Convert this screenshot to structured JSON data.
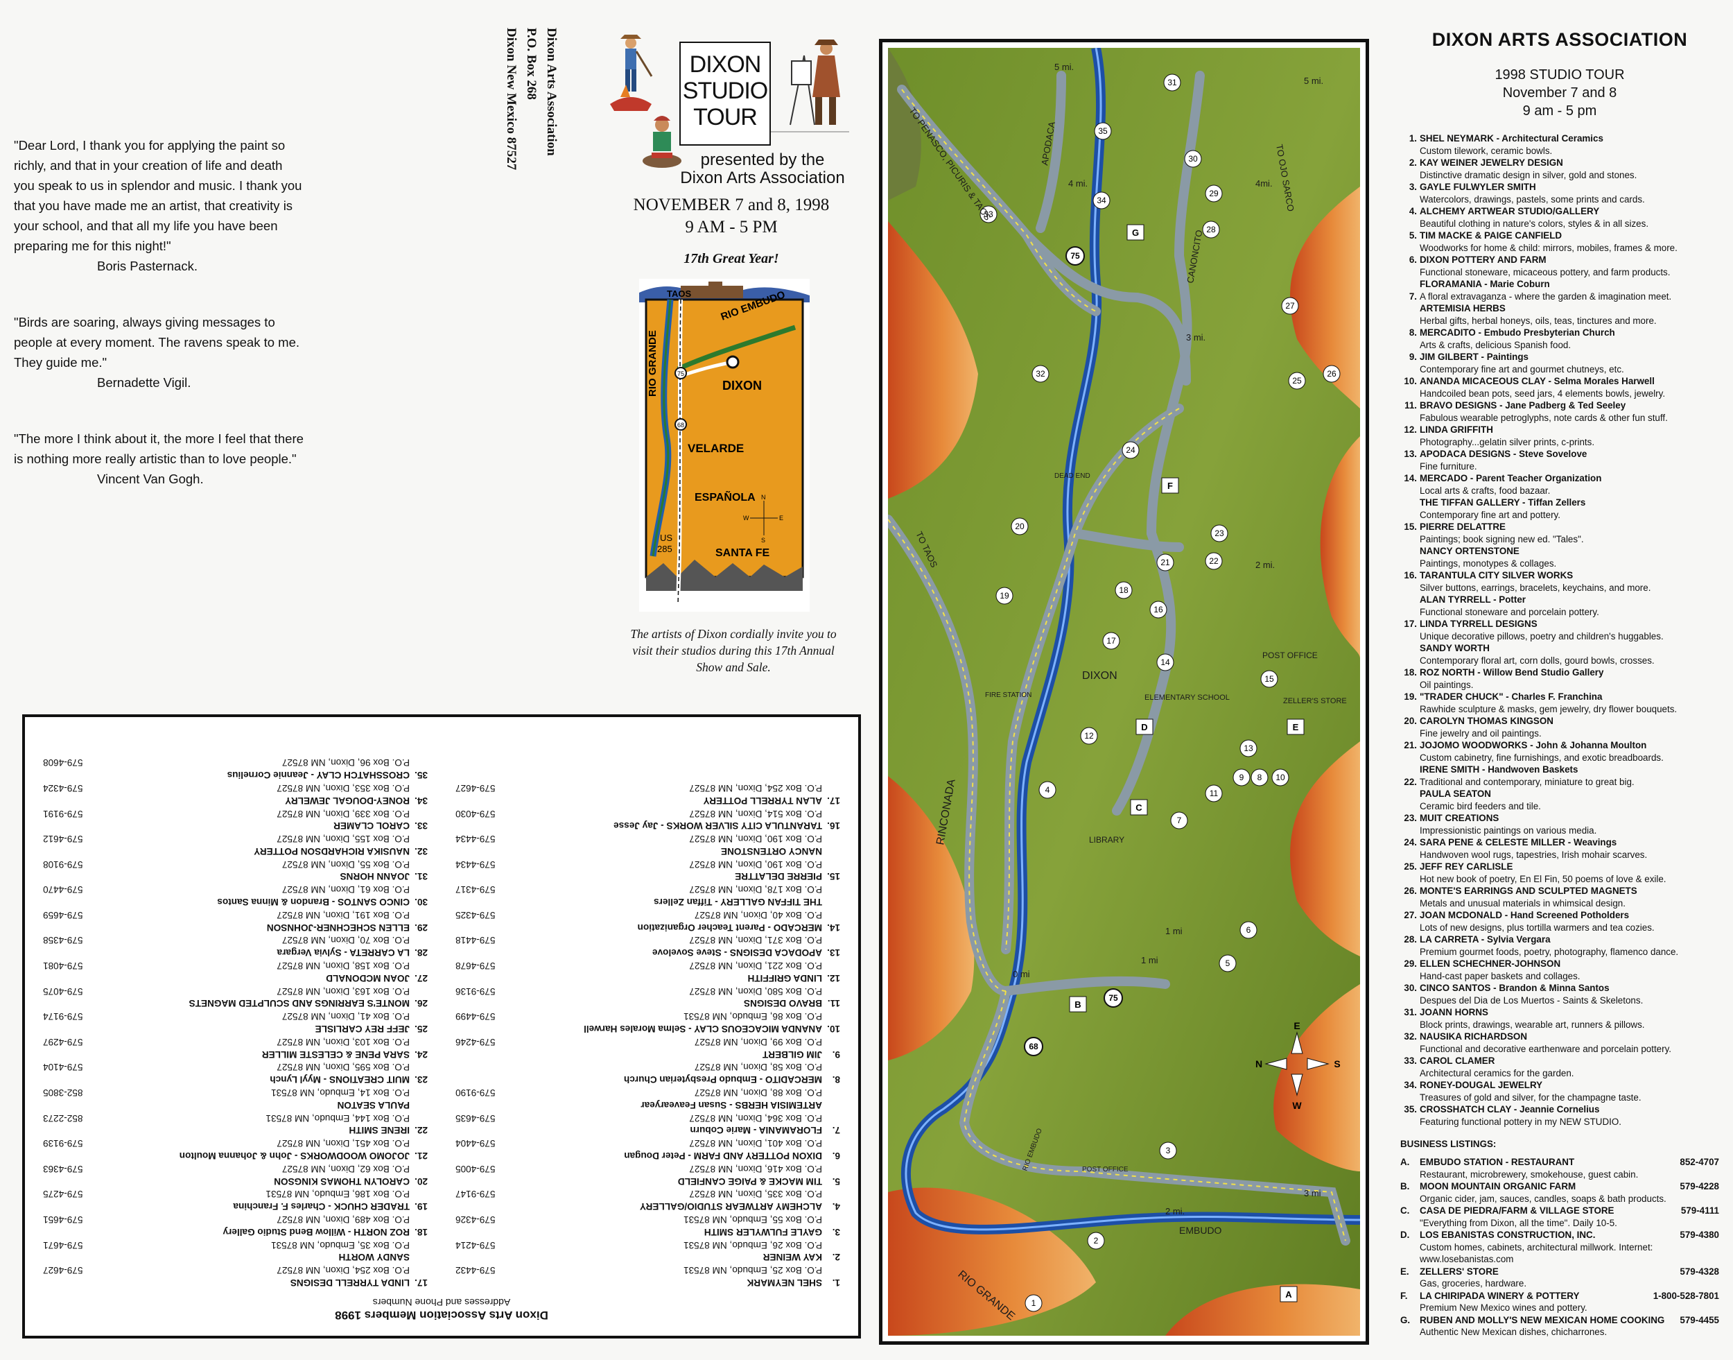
{
  "quotes": [
    {
      "text": "\"Dear Lord, I thank you for applying the paint so richly, and that in your creation of life and death you speak to us in splendor and music.  I thank you that you have made me an artist, that creativity is your school, and that all my life you have been preparing me for this night!\"",
      "author": "Boris Pasternack."
    },
    {
      "text": "\"Birds are soaring, always giving messages to people at every moment. The ravens speak to me.  They guide me.\"",
      "author": "Bernadette Vigil."
    },
    {
      "text": "\"The more I think about it, the more I feel that there is nothing more really artistic than to love people.\"",
      "author": "Vincent Van Gogh."
    }
  ],
  "mailing": {
    "line1": "Dixon Arts Association",
    "line2": "P.O. Box 268",
    "line3": "Dixon New Mexico   87527"
  },
  "cover": {
    "title1": "DIXON",
    "title2": "STUDIO",
    "title3": "TOUR",
    "presented1": "presented by the",
    "presented2": "Dixon Arts Association",
    "date": "NOVEMBER 7 and 8, 1998",
    "time": "9 AM - 5 PM",
    "great": "17th Great Year!",
    "invite": "The artists of Dixon cordially invite you to visit their studios during this 17th Annual Show and Sale.",
    "mini_labels": {
      "taos": "TAOS",
      "rio_embudo": "RIO EMBUDO",
      "rio_grande": "RIO GRANDE",
      "dixon": "DIXON",
      "velarde": "VELARDE",
      "espanola": "ESPAÑOLA",
      "us": "US",
      "us_num": "285",
      "santa_fe": "SANTA FE",
      "r75": "75",
      "r68": "68",
      "n": "N",
      "s": "S",
      "e": "E",
      "w": "W"
    }
  },
  "map": {
    "labels": [
      "TO PENASCO, PICURIS & TAOS",
      "APODACA",
      "TO OJO SARCO",
      "CANONCITO",
      "5 mi.",
      "5 mi.",
      "4 mi.",
      "4mi.",
      "3 mi.",
      "2 mi.",
      "1 mi",
      "1 mi",
      "2 mi.",
      "3 mi",
      "0 mi",
      "TO TAOS",
      "RINCONADA",
      "DIXON",
      "ELEMENTARY SCHOOL",
      "POST OFFICE",
      "ZELLER'S STORE",
      "FIRE STATION",
      "LIBRARY",
      "DEAD END",
      "EMBUDO",
      "RIO GRANDE",
      "POST OFFICE",
      "RIO EMBUDO"
    ],
    "route_75": "75",
    "route_68": "68",
    "compass": {
      "n": "N",
      "s": "S",
      "e": "E",
      "w": "W"
    }
  },
  "listing": {
    "title": "DIXON ARTS ASSOCIATION",
    "tour": "1998 STUDIO TOUR",
    "dates": "November 7 and 8",
    "hours": "9 am - 5 pm",
    "artists": [
      {
        "num": "1.",
        "name": "SHEL NEYMARK - Architectural Ceramics",
        "desc": "Custom tilework, ceramic bowls."
      },
      {
        "num": "2.",
        "name": "KAY WEINER JEWELRY DESIGN",
        "desc": "Distinctive dramatic design in silver, gold and stones."
      },
      {
        "num": "3.",
        "name": "GAYLE FULWYLER SMITH",
        "desc": "Watercolors, drawings, pastels, some prints and cards."
      },
      {
        "num": "4.",
        "name": "ALCHEMY ARTWEAR STUDIO/GALLERY",
        "desc": "Beautiful clothing in nature's colors, styles & in all sizes."
      },
      {
        "num": "5.",
        "name": "TIM MACKE & PAIGE CANFIELD",
        "desc": "Woodworks for home & child: mirrors, mobiles, frames & more."
      },
      {
        "num": "6.",
        "name": "DIXON POTTERY AND FARM",
        "desc": "Functional stoneware, micaceous pottery, and farm products."
      },
      {
        "num": "",
        "name": "FLORAMANIA - Marie Coburn",
        "desc": ""
      },
      {
        "num": "7.",
        "name": "",
        "desc": "A floral extravaganza - where the garden & imagination meet."
      },
      {
        "num": "",
        "name": "ARTEMISIA HERBS",
        "desc": "Herbal gifts, herbal honeys, oils, teas, tinctures and more."
      },
      {
        "num": "8.",
        "name": "MERCADITO - Embudo Presbyterian Church",
        "desc": "Arts & crafts, delicious Spanish food."
      },
      {
        "num": "9.",
        "name": "JIM GILBERT - Paintings",
        "desc": "Contemporary fine art and gourmet chutneys, etc."
      },
      {
        "num": "10.",
        "name": "ANANDA MICACEOUS CLAY - Selma Morales Harwell",
        "desc": "Handcoiled bean pots, seed jars, 4 elements bowls, jewelry."
      },
      {
        "num": "11.",
        "name": "BRAVO DESIGNS - Jane Padberg & Ted Seeley",
        "desc": "Fabulous wearable petroglyphs, note cards & other fun stuff."
      },
      {
        "num": "12.",
        "name": "LINDA GRIFFITH",
        "desc": "Photography...gelatin silver prints, c-prints."
      },
      {
        "num": "13.",
        "name": "APODACA DESIGNS - Steve Sovelove",
        "desc": "Fine furniture."
      },
      {
        "num": "14.",
        "name": "MERCADO - Parent Teacher Organization",
        "desc": "Local arts & crafts, food bazaar."
      },
      {
        "num": "",
        "name": "THE TIFFAN GALLERY - Tiffan Zellers",
        "desc": "Contemporary fine art and pottery."
      },
      {
        "num": "15.",
        "name": "PIERRE DELATTRE",
        "desc": "Paintings; book signing new ed. \"Tales\"."
      },
      {
        "num": "",
        "name": "NANCY ORTENSTONE",
        "desc": "Paintings, monotypes & collages."
      },
      {
        "num": "16.",
        "name": "TARANTULA CITY SILVER WORKS",
        "desc": "Silver buttons, earrings, bracelets, keychains, and more."
      },
      {
        "num": "",
        "name": "ALAN TYRRELL - Potter",
        "desc": "Functional stoneware and porcelain pottery."
      },
      {
        "num": "17.",
        "name": "LINDA TYRRELL DESIGNS",
        "desc": "Unique decorative pillows, poetry and children's huggables."
      },
      {
        "num": "",
        "name": "SANDY WORTH",
        "desc": "Contemporary floral art, corn dolls, gourd bowls, crosses."
      },
      {
        "num": "18.",
        "name": "ROZ NORTH - Willow Bend Studio Gallery",
        "desc": "Oil paintings."
      },
      {
        "num": "19.",
        "name": "\"TRADER CHUCK\" - Charles F. Franchina",
        "desc": "Rawhide sculpture & masks, gem jewelry, dry flower bouquets."
      },
      {
        "num": "20.",
        "name": "CAROLYN THOMAS KINGSON",
        "desc": "Fine jewelry and oil paintings."
      },
      {
        "num": "21.",
        "name": "JOJOMO WOODWORKS - John & Johanna Moulton",
        "desc": "Custom cabinetry, fine furnishings, and exotic breadboards."
      },
      {
        "num": "",
        "name": "IRENE SMITH - Handwoven Baskets",
        "desc": ""
      },
      {
        "num": "22.",
        "name": "",
        "desc": "Traditional and contemporary, miniature to great big."
      },
      {
        "num": "",
        "name": "PAULA SEATON",
        "desc": "Ceramic bird feeders and tile."
      },
      {
        "num": "23.",
        "name": "MUIT CREATIONS",
        "desc": "Impressionistic paintings on various media."
      },
      {
        "num": "24.",
        "name": "SARA PENE & CELESTE MILLER - Weavings",
        "desc": "Handwoven wool rugs, tapestries, Irish mohair scarves."
      },
      {
        "num": "25.",
        "name": "JEFF REY CARLISLE",
        "desc": "Hot new book of poetry, En El Fin, 50 poems of love & exile."
      },
      {
        "num": "26.",
        "name": "MONTE'S EARRINGS AND SCULPTED MAGNETS",
        "desc": "Metals and unusual materials in whimsical design."
      },
      {
        "num": "27.",
        "name": "JOAN MCDONALD - Hand Screened Potholders",
        "desc": "Lots of new designs, plus tortilla warmers and tea cozies."
      },
      {
        "num": "28.",
        "name": "LA CARRETA - Sylvia Vergara",
        "desc": "Premium gourmet foods, poetry, photography, flamenco dance."
      },
      {
        "num": "29.",
        "name": "ELLEN SCHECHNER-JOHNSON",
        "desc": "Hand-cast paper baskets and collages."
      },
      {
        "num": "30.",
        "name": "CINCO SANTOS - Brandon & Minna Santos",
        "desc": "Despues del Dia de Los Muertos - Saints & Skeletons."
      },
      {
        "num": "31.",
        "name": "JOANN HORNS",
        "desc": "Block prints, drawings, wearable art, runners & pillows."
      },
      {
        "num": "32.",
        "name": "NAUSIKA RICHARDSON",
        "desc": "Functional and decorative earthenware and porcelain pottery."
      },
      {
        "num": "33.",
        "name": "CAROL CLAMER",
        "desc": "Architectural ceramics for the garden."
      },
      {
        "num": "34.",
        "name": "RONEY-DOUGAL JEWELRY",
        "desc": "Treasures of gold and silver, for the champagne taste."
      },
      {
        "num": "35.",
        "name": "CROSSHATCH CLAY - Jeannie Cornelius",
        "desc": "Featuring functional pottery in my NEW STUDIO."
      }
    ],
    "business_title": "BUSINESS LISTINGS:",
    "businesses": [
      {
        "num": "A.",
        "name": "EMBUDO STATION - RESTAURANT",
        "phone": "852-4707",
        "desc": "Restaurant, microbrewery, smokehouse, guest cabin."
      },
      {
        "num": "B.",
        "name": "MOON MOUNTAIN ORGANIC FARM",
        "phone": "579-4228",
        "desc": "Organic cider, jam, sauces, candles, soaps & bath products."
      },
      {
        "num": "C.",
        "name": "CASA DE PIEDRA/FARM & VILLAGE STORE",
        "phone": "579-4111",
        "desc": "\"Everything from Dixon, all the time\".  Daily 10-5."
      },
      {
        "num": "D.",
        "name": "LOS EBANISTAS CONSTRUCTION, INC.",
        "phone": "579-4380",
        "desc": "Custom homes, cabinets, architectural millwork. Internet: www.losebanistas.com"
      },
      {
        "num": "E.",
        "name": "ZELLERS' STORE",
        "phone": "579-4328",
        "desc": "Gas, groceries, hardware."
      },
      {
        "num": "F.",
        "name": "LA CHIRIPADA WINERY & POTTERY",
        "phone": "1-800-528-7801",
        "desc": "Premium New Mexico wines and pottery."
      },
      {
        "num": "G.",
        "name": "RUBEN AND MOLLY'S NEW MEXICAN HOME COOKING",
        "phone": "579-4455",
        "desc": "Authentic New Mexican dishes, chicharrones."
      }
    ]
  },
  "members": {
    "title": "Dixon Arts Association Members 1998",
    "subtitle": "Addresses and Phone Numbers",
    "left": [
      {
        "num": "1.",
        "name": "SHEL NEYMARK",
        "addr": "P.O. Box 25, Embudo, NM 87531",
        "phone": "579-4432"
      },
      {
        "num": "2.",
        "name": "KAY WEINER",
        "addr": "P.O. Box 26, Embudo, NM 87531",
        "phone": "579-4214"
      },
      {
        "num": "3.",
        "name": "GAYLE FULWYLER SMITH",
        "addr": "P.O. Box 55, Embudo, NM 87531",
        "phone": "579-4326"
      },
      {
        "num": "4.",
        "name": "ALCHEMY ARTWEAR STUDIO/GALLERY",
        "addr": "P.O. Box 335, Dixon, NM 87527",
        "phone": "579-9147"
      },
      {
        "num": "5.",
        "name": "TIM MACKE & PAIGE CANFIELD",
        "addr": "P.O. Box 416, Dixon, NM 87527",
        "phone": "579-4005"
      },
      {
        "num": "6.",
        "name": "DIXON POTTERY AND FARM - Peter Dougan",
        "addr": "P.O. Box 401, Dixon, NM 87527",
        "phone": "579-4404"
      },
      {
        "num": "7.",
        "name": "FLORAMANIA - Marie Coburn",
        "addr": "P.O. Box 364, Dixon, NM 87527",
        "phone": "579-4635"
      },
      {
        "num": "",
        "name": "ARTEMISIA HERBS - Susan Feavearyear",
        "addr": "P.O. Box 88, Dixon, NM 87527",
        "phone": "579-9190"
      },
      {
        "num": "8.",
        "name": "MERCADITO - Embudo Presbyterian Church",
        "addr": "P.O. Box 58, Dixon, NM 87527",
        "phone": ""
      },
      {
        "num": "9.",
        "name": "JIM GILBERT",
        "addr": "P.O. Box 99, Dixon, NM 87527",
        "phone": "579-4246"
      },
      {
        "num": "10.",
        "name": "ANANDA MICACEOUS CLAY - Selma Morales Harwell",
        "addr": "P.O. Box 86, Embudo, NM 87531",
        "phone": "579-4499"
      },
      {
        "num": "11.",
        "name": "BRAVO DESIGNS",
        "addr": "P.O. Box 580, Dixon, NM 87527",
        "phone": "579-9136"
      },
      {
        "num": "12.",
        "name": "LINDA GRIFFITH",
        "addr": "P.O. Box 221, Dixon, NM 87527",
        "phone": "579-4678"
      },
      {
        "num": "13.",
        "name": "APODACA DESIGNS - Steve Sovelove",
        "addr": "P.O. Box 371, Dixon, NM 87527",
        "phone": "579-4418"
      },
      {
        "num": "14.",
        "name": "MERCADO - Parent Teacher Organization",
        "addr": "P.O. Box 40, Dixon, NM 87527",
        "phone": "579-4325"
      },
      {
        "num": "",
        "name": "THE TIFFAN GALLERY - Tiffan Zellers",
        "addr": "P.O. Box 178, Dixon, NM 87527",
        "phone": "579-4317"
      },
      {
        "num": "15.",
        "name": "PIERRE DELATTRE",
        "addr": "P.O. Box 190, Dixon, NM 87527",
        "phone": "579-4434"
      },
      {
        "num": "",
        "name": "NANCY ORTENSTONE",
        "addr": "P.O. Box 190, Dixon, NM 87527",
        "phone": "579-4434"
      },
      {
        "num": "16.",
        "name": "TARANTULA CITY SILVER WORKS - Jay Jesse",
        "addr": "P.O. Box 514, Dixon, NM 87527",
        "phone": "579-4030"
      },
      {
        "num": "17.",
        "name": "ALAN TYRRELL POTTERY",
        "addr": "P.O. Box 254, Dixon, NM 87527",
        "phone": "579-4627"
      }
    ],
    "right": [
      {
        "num": "17.",
        "name": "LINDA TYRRELL DESIGNS",
        "addr": "P.O. Box 254, Dixon, NM 87527",
        "phone": "579-4627"
      },
      {
        "num": "",
        "name": "SANDY WORTH",
        "addr": "P.O. Box 35, Embudo, NM 87531",
        "phone": "579-4671"
      },
      {
        "num": "18.",
        "name": "ROZ NORTH - Willow Bend Studio Gallery",
        "addr": "P.O. Box 489, Dixon, NM 87527",
        "phone": "579-4651"
      },
      {
        "num": "19.",
        "name": "TRADER CHUCK - Charles F. Franchina",
        "addr": "P.O. Box 186, Embudo, NM 87531",
        "phone": "579-4275"
      },
      {
        "num": "20.",
        "name": "CAROLYN THOMAS KINGSON",
        "addr": "P.O. Box 62, Dixon, NM 87527",
        "phone": "579-4363"
      },
      {
        "num": "21.",
        "name": "JOJOMO WOODWORKS - John & Johanna Moulton",
        "addr": "P.O. Box 451, Dixon, NM 87527",
        "phone": "579-9139"
      },
      {
        "num": "22.",
        "name": "IRENE SMITH",
        "addr": "P.O. Box 144, Embudo, NM 87531",
        "phone": "852-2273"
      },
      {
        "num": "",
        "name": "PAULA SEATON",
        "addr": "P.O. Box 14, Embudo, NM 87531",
        "phone": "852-3805"
      },
      {
        "num": "23.",
        "name": "MUIT CREATIONS - Myyl Lynch",
        "addr": "P.O. Box 595, Dixon, NM 87527",
        "phone": "579-4104"
      },
      {
        "num": "24.",
        "name": "SARA PENE & CELESTE MILLER",
        "addr": "P.O. Box 103, Dixon, NM 87527",
        "phone": "579-4297"
      },
      {
        "num": "25.",
        "name": "JEFF REY CARLISLE",
        "addr": "P.O. Box 41, Dixon, NM 87527",
        "phone": "579-9174"
      },
      {
        "num": "26.",
        "name": "MONTE'S EARRINGS AND SCULPTED MAGNETS",
        "addr": "P.O. Box 163, Dixon, NM 87527",
        "phone": "579-4075"
      },
      {
        "num": "27.",
        "name": "JOAN MCDONALD",
        "addr": "P.O. Box 158, Dixon, NM 87527",
        "phone": "579-4081"
      },
      {
        "num": "28.",
        "name": "LA CARRETA - Sylvia Vergara",
        "addr": "P.O. Box 70, Dixon, NM 87527",
        "phone": "579-4358"
      },
      {
        "num": "29.",
        "name": "ELLEN SCHECHNER-JOHNSON",
        "addr": "P.O. Box 191, Dixon, NM 87527",
        "phone": "579-4659"
      },
      {
        "num": "30.",
        "name": "CINCO SANTOS - Brandon & Minna Santos",
        "addr": "P.O. Box 61, Dixon, NM 87527",
        "phone": "579-4470"
      },
      {
        "num": "31.",
        "name": "JOANN HORNS",
        "addr": "P.O. Box 55, Dixon, NM 87527",
        "phone": "579-9108"
      },
      {
        "num": "32.",
        "name": "NAUSIKA RICHARDSON POTTERY",
        "addr": "P.O. Box 155, Dixon, NM 87527",
        "phone": "579-4612"
      },
      {
        "num": "33.",
        "name": "CAROL CLAMER",
        "addr": "P.O. Box 339, Dixon, NM 87527",
        "phone": "579-9191"
      },
      {
        "num": "34.",
        "name": "RONEY-DOUGAL JEWELRY",
        "addr": "P.O. Box 353, Dixon, NM 87527",
        "phone": "579-4324"
      },
      {
        "num": "35.",
        "name": "CROSSHATCH CLAY - Jeannie Cornelius",
        "addr": "P.O. Box 96, Dixon, NM 87527",
        "phone": "579-4608"
      }
    ]
  }
}
